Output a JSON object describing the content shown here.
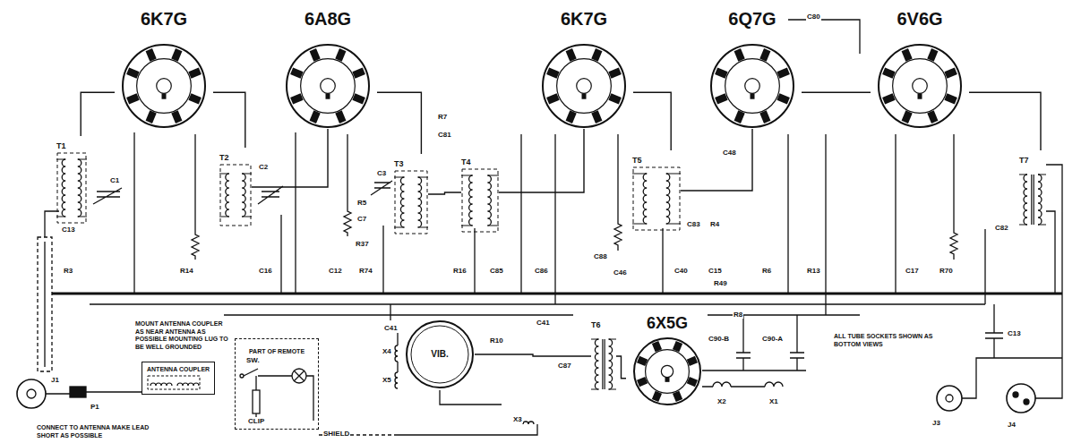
{
  "diagram": {
    "nodes": [
      {
        "text": [
          "6K7G"
        ]
      },
      {
        "text": [
          "6A8G"
        ]
      },
      {
        "text": [
          "6K7G"
        ]
      },
      {
        "text": [
          "6Q7G"
        ]
      },
      {
        "text": [
          "6V6G"
        ]
      },
      {
        "text": [
          "T1"
        ]
      },
      {
        "text": [
          "T2"
        ]
      },
      {
        "text": [
          "T3"
        ]
      },
      {
        "text": [
          "T4"
        ]
      },
      {
        "text": [
          "T5"
        ]
      },
      {
        "text": [
          "T7"
        ]
      },
      {
        "text": [
          "ANTENNA COUPLER"
        ]
      },
      {
        "text": [
          "PART OF REMOTE"
        ]
      },
      {
        "text": [
          "VIB."
        ]
      },
      {
        "text": [
          "T6"
        ]
      },
      {
        "text": [
          "6X5G"
        ]
      }
    ],
    "edges": [
      {
        "from": 5,
        "to": 0,
        "arrow": "none"
      },
      {
        "from": 0,
        "to": 6,
        "arrow": "none"
      },
      {
        "from": 6,
        "to": 1,
        "arrow": "none"
      },
      {
        "from": 1,
        "to": 7,
        "arrow": "none"
      },
      {
        "from": 7,
        "to": 8,
        "arrow": "none"
      },
      {
        "from": 8,
        "to": 2,
        "arrow": "none"
      },
      {
        "from": 2,
        "to": 9,
        "arrow": "none"
      },
      {
        "from": 9,
        "to": 3,
        "arrow": "none"
      },
      {
        "from": 3,
        "to": 4,
        "arrow": "none"
      },
      {
        "from": 4,
        "to": 10,
        "arrow": "none"
      },
      {
        "from": 13,
        "to": 14,
        "arrow": "none"
      },
      {
        "from": 14,
        "to": 15,
        "arrow": "none"
      }
    ],
    "labels": [
      "C1",
      "C13",
      "R3",
      "R14",
      "C2",
      "C16",
      "R5",
      "C7",
      "R7",
      "C81",
      "C3",
      "R37",
      "C12",
      "R74",
      "R16",
      "C85",
      "C86",
      "C88",
      "C46",
      "C48",
      "C83",
      "R4",
      "C40",
      "C15",
      "R49",
      "R6",
      "R13",
      "C80",
      "C82",
      "R70",
      "C17",
      "R8",
      "C41",
      "C41",
      "X4",
      "X5",
      "X3",
      "R10",
      "C87",
      "C90-B",
      "C90-A",
      "X2",
      "X1",
      "C13",
      "J3",
      "J4",
      "J1",
      "P1",
      "SW.",
      "CLIP",
      "SHIELD",
      "MOUNT ANTENNA COUPLER AS NEAR ANTENNA AS POSSIBLE MOUNTING LUG TO BE WELL GROUNDED",
      "CONNECT TO ANTENNA MAKE LEAD SHORT AS POSSIBLE",
      "ALL TUBE SOCKETS SHOWN AS BOTTOM VIEWS"
    ]
  }
}
